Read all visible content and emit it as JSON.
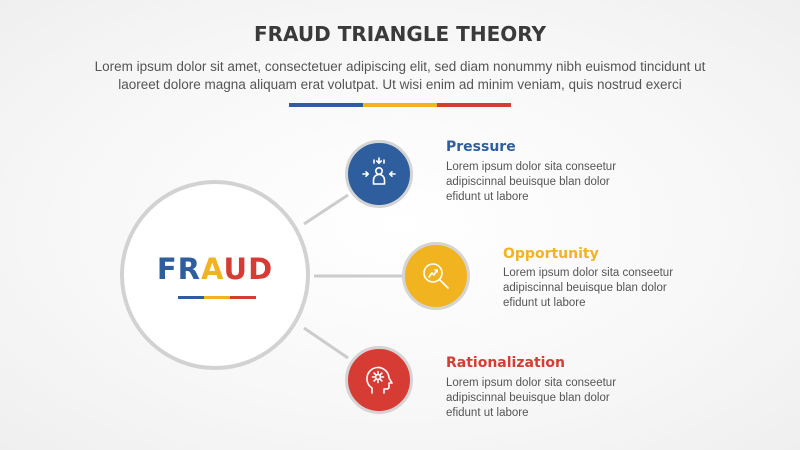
{
  "header": {
    "title": "FRAUD TRIANGLE THEORY",
    "subtitle_line1": "Lorem ipsum dolor sit amet, consectetuer adipiscing elit, sed diam nonummy nibh euismod tincidunt ut",
    "subtitle_line2": "laoreet dolore magna aliquam erat volutpat. Ut wisi enim ad minim veniam, quis nostrud exerci"
  },
  "center": {
    "letters": [
      "FR",
      "A",
      "UD"
    ]
  },
  "colors": {
    "blue": "#2e5e9e",
    "yellow": "#f2b321",
    "red": "#d63c34",
    "connector": "#cccccc"
  },
  "items": [
    {
      "title": "Pressure",
      "icon": "pressure-person-icon",
      "color": "#2e5e9e",
      "desc_line1": "Lorem ipsum dolor sita conseetur",
      "desc_line2": "adipiscinnal beuisque blan dolor",
      "desc_line3": "efidunt ut labore"
    },
    {
      "title": "Opportunity",
      "icon": "magnifier-growth-icon",
      "color": "#f2b321",
      "desc_line1": "Lorem ipsum dolor sita conseetur",
      "desc_line2": "adipiscinnal beuisque blan dolor",
      "desc_line3": "efidunt ut labore"
    },
    {
      "title": "Rationalization",
      "icon": "head-gear-icon",
      "color": "#d63c34",
      "desc_line1": "Lorem ipsum dolor sita conseetur",
      "desc_line2": "adipiscinnal beuisque blan dolor",
      "desc_line3": "efidunt ut labore"
    }
  ]
}
